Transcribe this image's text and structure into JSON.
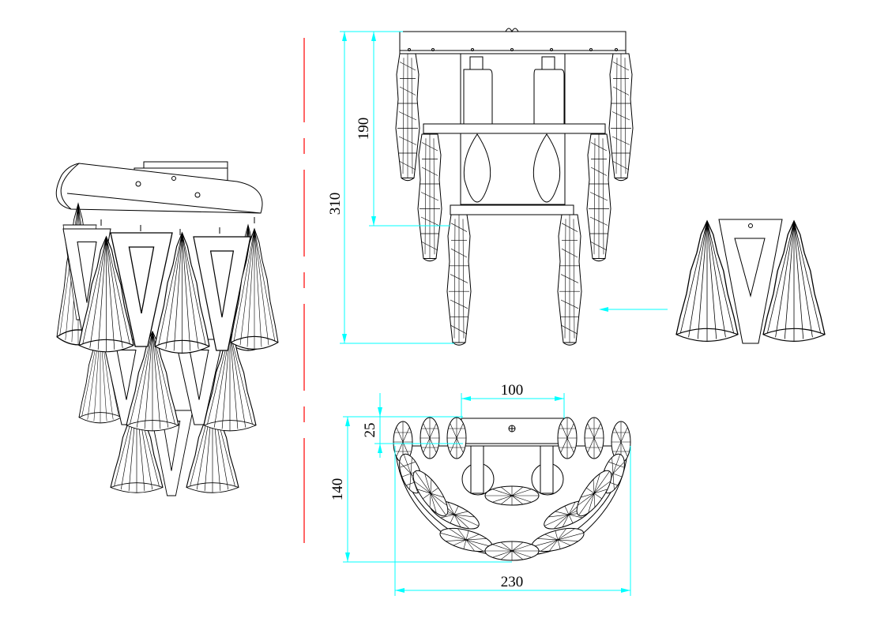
{
  "dimensions": {
    "height_total": "310",
    "height_upper": "190",
    "width_backplate": "100",
    "depth_backplate": "25",
    "depth_total": "140",
    "width_total": "230"
  },
  "colors": {
    "line": "#000000",
    "dimension": "#00ffff",
    "centerline": "#ff0000",
    "background": "#ffffff"
  }
}
